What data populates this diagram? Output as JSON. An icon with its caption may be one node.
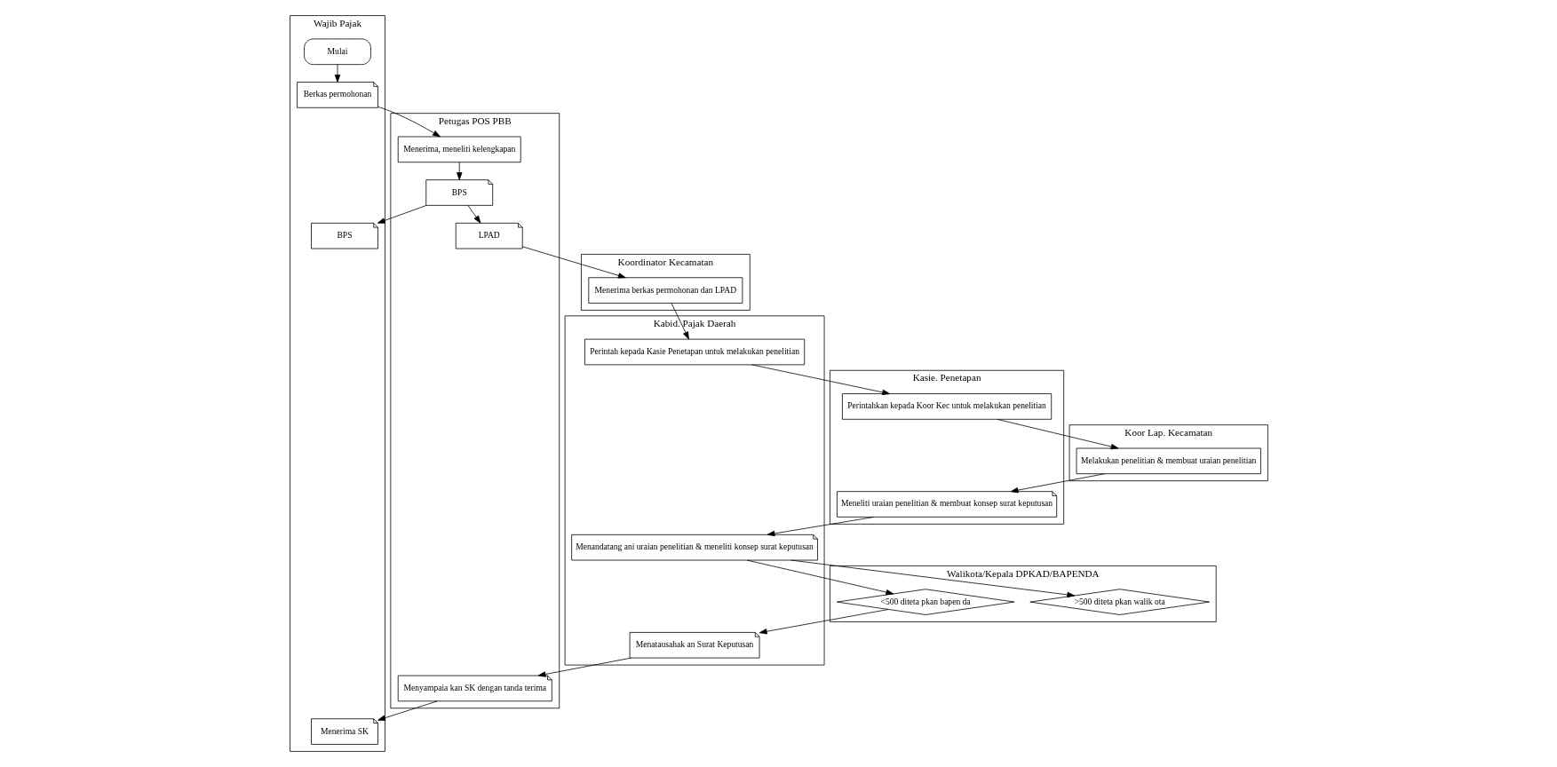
{
  "diagram": {
    "nodes": [
      {
        "text": [
          "Wajib Pajak"
        ]
      },
      {
        "text": [
          "Petugas POS PBB"
        ]
      },
      {
        "text": [
          "Koordinator Kecamatan"
        ]
      },
      {
        "text": [
          "Koor Lap. Kecamatan"
        ]
      },
      {
        "text": [
          "Kabid. Pajak Daerah"
        ]
      },
      {
        "text": [
          "Kasie. Penetapan"
        ]
      },
      {
        "text": [
          "Walikota/Kepala DPKAD/BAPENDA"
        ]
      },
      {
        "text": [
          "Mulai"
        ],
        "in": 0
      },
      {
        "text": [
          "Berkas permohonan"
        ],
        "in": 0
      },
      {
        "text": [
          "BPS"
        ],
        "in": 0
      },
      {
        "text": [
          "Menerima SK"
        ],
        "in": 0
      },
      {
        "text": [
          "Menerima, meneliti kelengkapan"
        ],
        "in": 1
      },
      {
        "text": [
          "BPS"
        ],
        "in": 1
      },
      {
        "text": [
          "LPAD"
        ],
        "in": 1
      },
      {
        "text": [
          "Menyampaia kan SK dengan tanda terima"
        ],
        "in": 1
      },
      {
        "text": [
          "Menerima berkas permohonan dan LPAD"
        ],
        "in": 2
      },
      {
        "text": [
          "Melakukan penelitian & membuat uraian penelitian"
        ],
        "in": 3
      },
      {
        "text": [
          "Perintah kepada Kasie Penetapan untuk melakukan penelitian"
        ],
        "in": 4
      },
      {
        "text": [
          "Menandatang ani uraian penelitian & meneliti konsep surat keputusan"
        ],
        "in": 4
      },
      {
        "text": [
          "Menatausahak an Surat Keputusan"
        ],
        "in": 4
      },
      {
        "text": [
          "Perintahkan kepada Koor Kec untuk melakukan penelitian"
        ],
        "in": 5
      },
      {
        "text": [
          "Meneliti uraian penelitian & membuat konsep surat keputusan"
        ],
        "in": 5
      },
      {
        "text": [
          ">500 diteta pkan walik ota"
        ],
        "in": 6
      },
      {
        "text": [
          "<500 diteta pkan bapen da"
        ],
        "in": 6
      }
    ],
    "edges": [
      {
        "from": 7,
        "to": 8,
        "arrow": "to"
      },
      {
        "from": 8,
        "to": 11,
        "arrow": "to"
      },
      {
        "from": 11,
        "to": 12,
        "arrow": "to"
      },
      {
        "from": 12,
        "to": 9,
        "arrow": "to"
      },
      {
        "from": 12,
        "to": 13,
        "arrow": "to"
      },
      {
        "from": 13,
        "to": 15,
        "arrow": "to"
      },
      {
        "from": 15,
        "to": 17,
        "arrow": "to"
      },
      {
        "from": 17,
        "to": 20,
        "arrow": "to"
      },
      {
        "from": 20,
        "to": 16,
        "arrow": "to"
      },
      {
        "from": 16,
        "to": 21,
        "arrow": "to"
      },
      {
        "from": 21,
        "to": 18,
        "arrow": "to"
      },
      {
        "from": 18,
        "to": 22,
        "arrow": "to"
      },
      {
        "from": 18,
        "to": 23,
        "arrow": "to"
      },
      {
        "from": 23,
        "to": 19,
        "arrow": "to"
      },
      {
        "from": 19,
        "to": 14,
        "arrow": "to"
      },
      {
        "from": 14,
        "to": 10,
        "arrow": "to"
      }
    ]
  }
}
